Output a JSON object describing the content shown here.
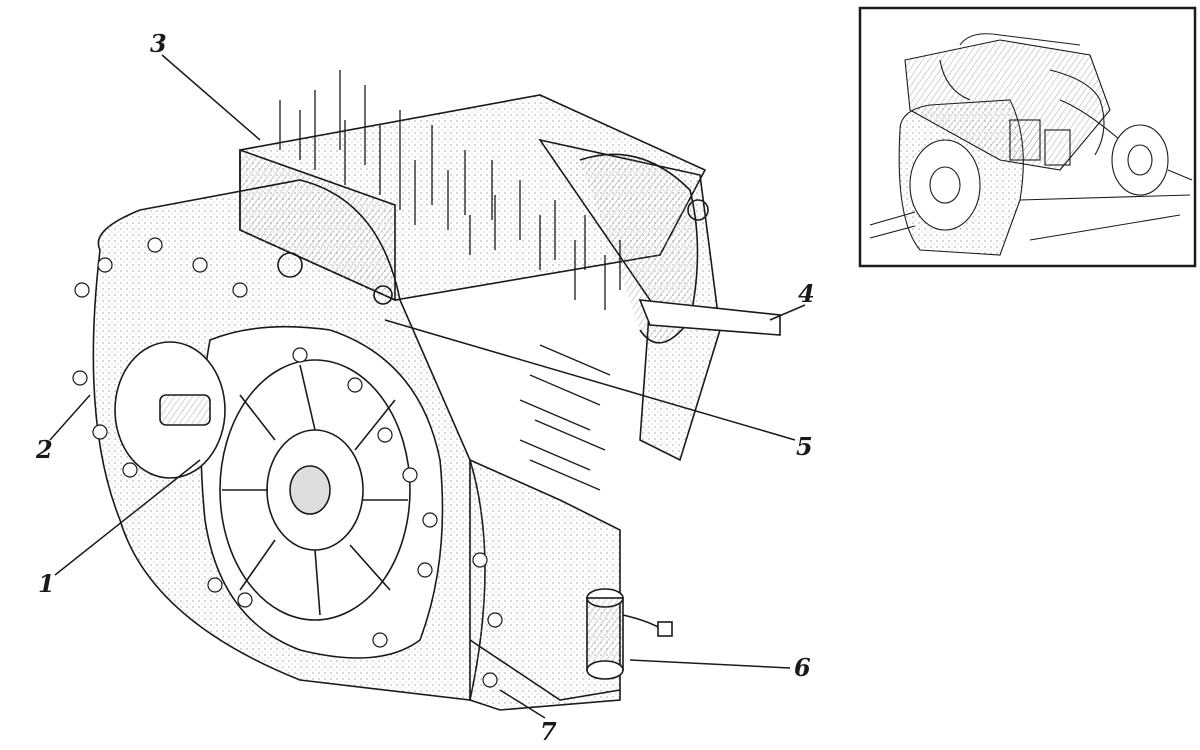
{
  "callouts": [
    {
      "id": "1",
      "label": "1"
    },
    {
      "id": "2",
      "label": "2"
    },
    {
      "id": "3",
      "label": "3"
    },
    {
      "id": "4",
      "label": "4"
    },
    {
      "id": "5",
      "label": "5"
    },
    {
      "id": "6",
      "label": "6"
    },
    {
      "id": "7",
      "label": "7"
    }
  ],
  "colors": {
    "ink": "#1a1a1a",
    "paper": "#ffffff",
    "hatch": "#8a8a8a"
  }
}
